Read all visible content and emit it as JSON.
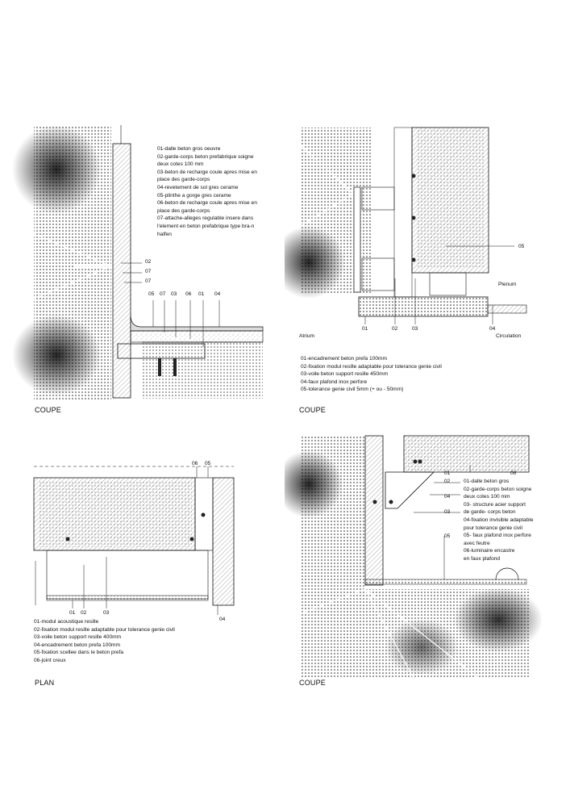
{
  "details": [
    {
      "caption": "COUPE",
      "notes": [
        "01-dalle beton gros oeuvre",
        "02-garde-corps beton prefabrique soigne",
        "deux cotes 100 mm",
        "03-beton de recharge coule apres mise en",
        "place des garde-corps",
        "04-revetement de sol gres cerame",
        "05-plinthe a gorge gres cerame",
        "06-beton de recharge coule apres mise en",
        "place des garde-corps",
        "07-attache-alleges regulable insere dans",
        "l'element en beton prefabrique type bra-n",
        "halfen"
      ],
      "tags": [
        "02",
        "07",
        "07",
        "05",
        "07",
        "03",
        "06",
        "01",
        "04"
      ]
    },
    {
      "caption": "COUPE",
      "notes": [
        "01-encadrement beton prefa 100mm",
        "02-fixation modul resille adaptable pour tolerance genie civil",
        "03-voile beton support resille 450mm",
        "04-faux plafond inox perfore",
        "05-tolerance genie civil 5mm (+ ou - 50mm)"
      ],
      "tags": [
        "05",
        "Plenum",
        "Atrium",
        "01",
        "02",
        "03",
        "04",
        "Circulation"
      ]
    },
    {
      "caption": "PLAN",
      "notes": [
        "01-modul acoustique resille",
        "02-fixation modul resille adaptable pour tolerance genie civil",
        "03-voile beton support resille 400mm",
        "04-encadrement beton prefa 100mm",
        "05-fixation scellee dans le beton prefa",
        "06-joint creux"
      ],
      "tags": [
        "06",
        "05",
        "01",
        "02",
        "03",
        "04"
      ]
    },
    {
      "caption": "COUPE",
      "notes": [
        "01-dalle beton gros",
        "02-garde-corps beton soigne",
        "deux cotes 100 mm",
        "03- structure acier support",
        "de garde- corps beton",
        "04-fixation invisible adaptable",
        "pour tolerance genie civil",
        "05- faux plafond inox perfore",
        "avec feutre",
        "06-luminaire encastre",
        "en faux plafond"
      ],
      "tags": [
        "06",
        "01",
        "02",
        "04",
        "03",
        "05"
      ]
    }
  ]
}
